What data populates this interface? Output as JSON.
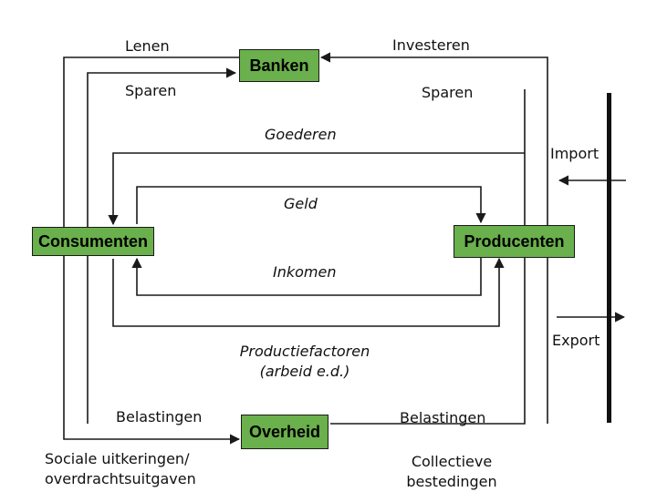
{
  "nodes": {
    "banken": "Banken",
    "consumenten": "Consumenten",
    "producenten": "Producenten",
    "overheid": "Overheid"
  },
  "labels": {
    "lenen": "Lenen",
    "sparen_left": "Sparen",
    "investeren": "Investeren",
    "sparen_right": "Sparen",
    "goederen": "Goederen",
    "import": "Import",
    "geld": "Geld",
    "inkomen": "Inkomen",
    "export": "Export",
    "productiefactoren_line1": "Productiefactoren",
    "productiefactoren_line2": "(arbeid e.d.)",
    "belastingen_left": "Belastingen",
    "sociale_line1": "Sociale uitkeringen/",
    "sociale_line2": "overdrachtsuitgaven",
    "belastingen_right": "Belastingen",
    "collectieve_line1": "Collectieve",
    "collectieve_line2": "bestedingen"
  },
  "colors": {
    "node_fill": "#6ab04c",
    "line": "#1a1a1a"
  }
}
